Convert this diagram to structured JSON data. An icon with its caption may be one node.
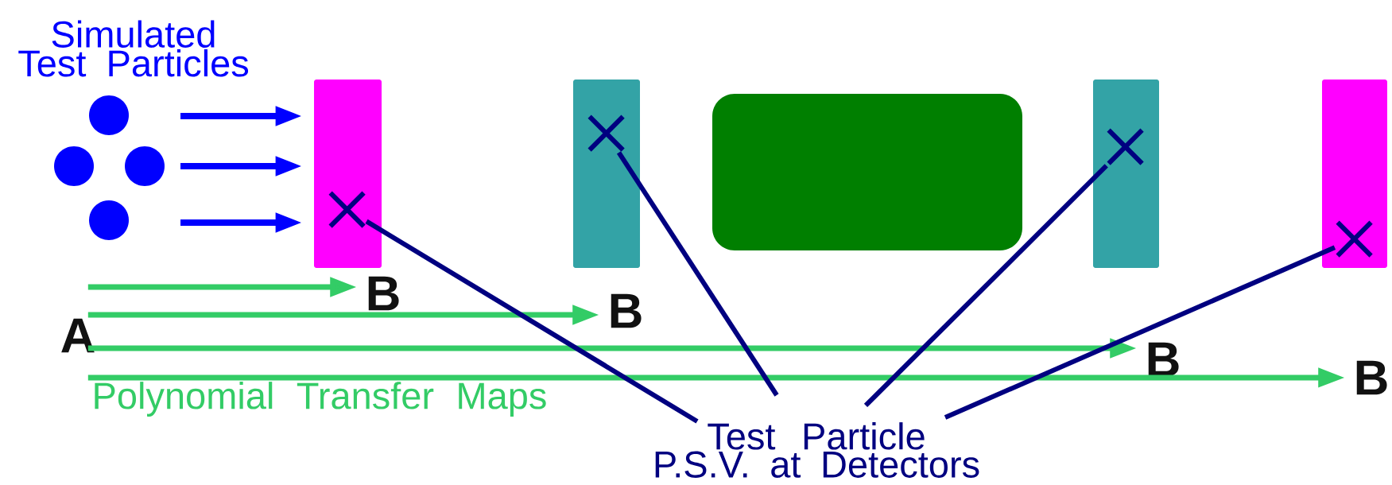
{
  "diagram": {
    "nodes": [
      {
        "text": [],
        "shape": "circle"
      },
      {
        "text": [],
        "shape": "circle"
      },
      {
        "text": [],
        "shape": "circle"
      },
      {
        "text": [],
        "shape": "circle"
      },
      {
        "text": [],
        "shape": "box"
      },
      {
        "text": [],
        "shape": "box"
      },
      {
        "text": [],
        "shape": "box"
      },
      {
        "text": [],
        "shape": "box"
      },
      {
        "text": [],
        "shape": "box"
      },
      {
        "text": [],
        "shape": "cross",
        "in": 4
      },
      {
        "text": [],
        "shape": "cross",
        "in": 5
      },
      {
        "text": [],
        "shape": "cross",
        "in": 7
      },
      {
        "text": [],
        "shape": "cross",
        "in": 8
      },
      {
        "text": [
          "A"
        ]
      },
      {
        "text": [
          "B"
        ]
      },
      {
        "text": [
          "B"
        ]
      },
      {
        "text": [
          "B"
        ]
      },
      {
        "text": [
          "B"
        ]
      },
      {
        "text": [
          "Test Particle P.S.V. at Detectors"
        ]
      }
    ],
    "edges": [
      {
        "from": null,
        "to": 4,
        "arrow": "to",
        "color": "#0000ff"
      },
      {
        "from": 2,
        "to": 4,
        "arrow": "to",
        "color": "#0000ff"
      },
      {
        "from": null,
        "to": 4,
        "arrow": "to",
        "color": "#0000ff"
      },
      {
        "from": 13,
        "to": 14,
        "arrow": "to",
        "color": "#33cc66"
      },
      {
        "from": 13,
        "to": 15,
        "arrow": "to",
        "color": "#33cc66"
      },
      {
        "from": 13,
        "to": 16,
        "arrow": "to",
        "color": "#33cc66"
      },
      {
        "from": 13,
        "to": 17,
        "arrow": "to",
        "color": "#33cc66"
      },
      {
        "from": 18,
        "to": 9,
        "arrow": "none",
        "color": "#000080"
      },
      {
        "from": 18,
        "to": 10,
        "arrow": "none",
        "color": "#000080"
      },
      {
        "from": 18,
        "to": 11,
        "arrow": "none",
        "color": "#000080"
      },
      {
        "from": 18,
        "to": 12,
        "arrow": "none",
        "color": "#000080"
      }
    ],
    "labels": [
      "Simulated Test Particles",
      "Polynomial Transfer Maps"
    ]
  }
}
